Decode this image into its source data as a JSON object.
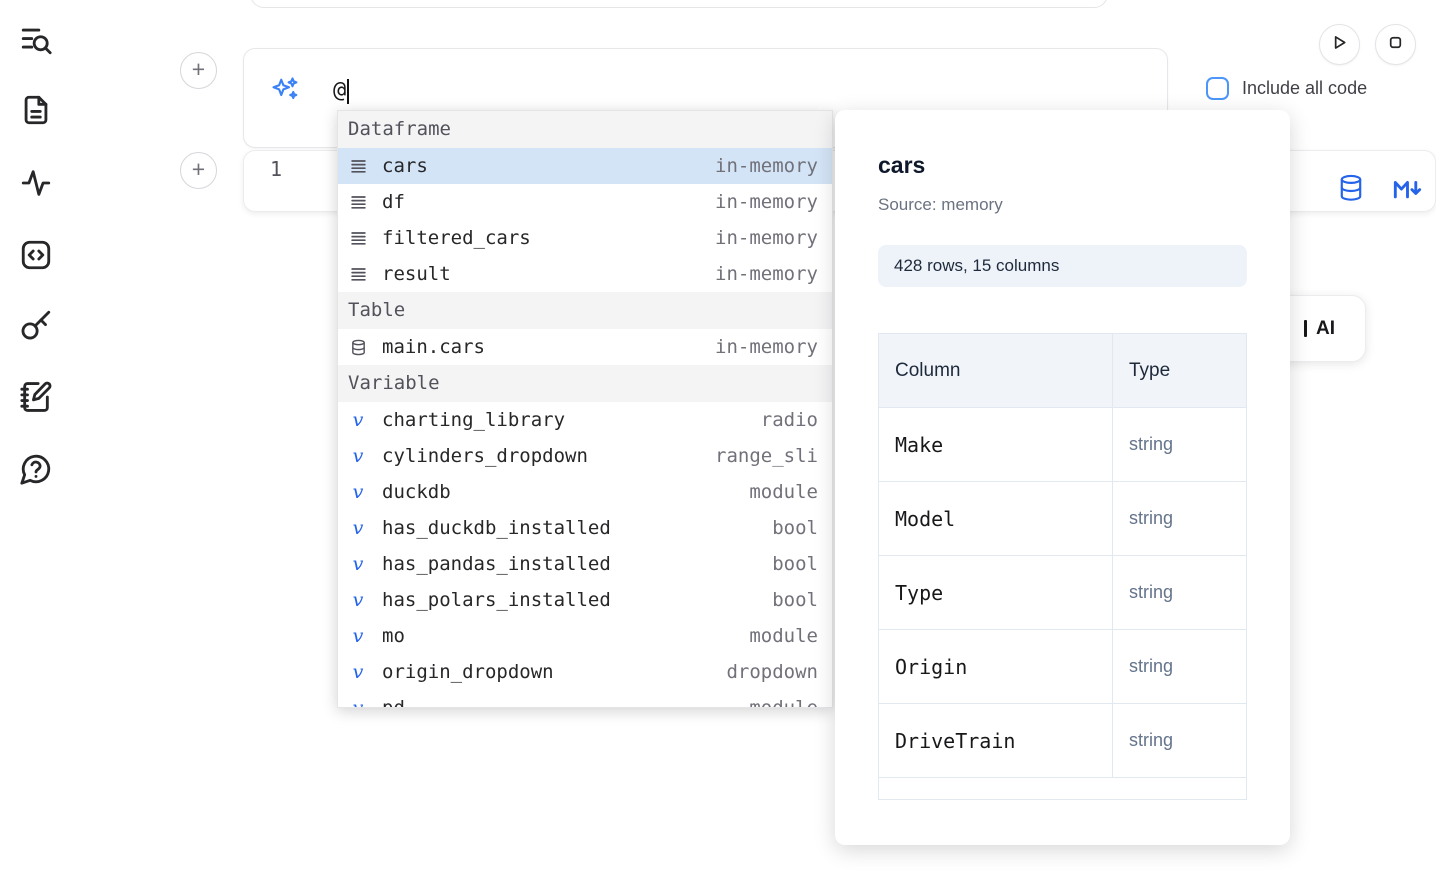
{
  "sidebar": {
    "icons": [
      {
        "name": "toc-search-icon"
      },
      {
        "name": "document-icon"
      },
      {
        "name": "activity-icon"
      },
      {
        "name": "code-snippet-icon"
      },
      {
        "name": "key-icon"
      },
      {
        "name": "scratchpad-icon"
      },
      {
        "name": "help-chat-icon"
      }
    ]
  },
  "icon_names": [
    "sparkles-icon",
    "plus-icon",
    "play-icon",
    "stop-icon",
    "checkbox",
    "database-icon",
    "markdown-icon",
    "dataframe-icon",
    "database-small-icon",
    "variable-icon",
    "ai-icon-fragment"
  ],
  "top_controls": {
    "include_all_code_label": "Include all code"
  },
  "ai_prompt": {
    "value": "@"
  },
  "code_cell": {
    "line_number": "1"
  },
  "autocomplete": {
    "sections": [
      {
        "label": "Dataframe",
        "items": [
          {
            "icon": "dataframe-icon",
            "name": "cars",
            "detail": "in-memory",
            "selected": true
          },
          {
            "icon": "dataframe-icon",
            "name": "df",
            "detail": "in-memory"
          },
          {
            "icon": "dataframe-icon",
            "name": "filtered_cars",
            "detail": "in-memory"
          },
          {
            "icon": "dataframe-icon",
            "name": "result",
            "detail": "in-memory"
          }
        ]
      },
      {
        "label": "Table",
        "items": [
          {
            "icon": "database-small-icon",
            "name": "main.cars",
            "detail": "in-memory"
          }
        ]
      },
      {
        "label": "Variable",
        "items": [
          {
            "icon": "variable-icon",
            "name": "charting_library",
            "detail": "radio"
          },
          {
            "icon": "variable-icon",
            "name": "cylinders_dropdown",
            "detail": "range_sli"
          },
          {
            "icon": "variable-icon",
            "name": "duckdb",
            "detail": "module"
          },
          {
            "icon": "variable-icon",
            "name": "has_duckdb_installed",
            "detail": "bool"
          },
          {
            "icon": "variable-icon",
            "name": "has_pandas_installed",
            "detail": "bool"
          },
          {
            "icon": "variable-icon",
            "name": "has_polars_installed",
            "detail": "bool"
          },
          {
            "icon": "variable-icon",
            "name": "mo",
            "detail": "module"
          },
          {
            "icon": "variable-icon",
            "name": "origin_dropdown",
            "detail": "dropdown"
          },
          {
            "icon": "variable-icon",
            "name": "pd",
            "detail": "module",
            "clipped": true
          }
        ]
      }
    ]
  },
  "preview": {
    "title": "cars",
    "source": "Source: memory",
    "shape": "428 rows, 15 columns",
    "table": {
      "headers": [
        "Column",
        "Type"
      ],
      "rows": [
        {
          "column": "Make",
          "type": "string"
        },
        {
          "column": "Model",
          "type": "string"
        },
        {
          "column": "Type",
          "type": "string"
        },
        {
          "column": "Origin",
          "type": "string"
        },
        {
          "column": "DriveTrain",
          "type": "string"
        }
      ]
    }
  },
  "ai_button": {
    "label": "AI"
  },
  "colors": {
    "accent_blue": "#2563eb",
    "checkbox_blue": "#4b96f8",
    "selection_bg": "#d3e4f6",
    "muted_text": "#71717a"
  }
}
